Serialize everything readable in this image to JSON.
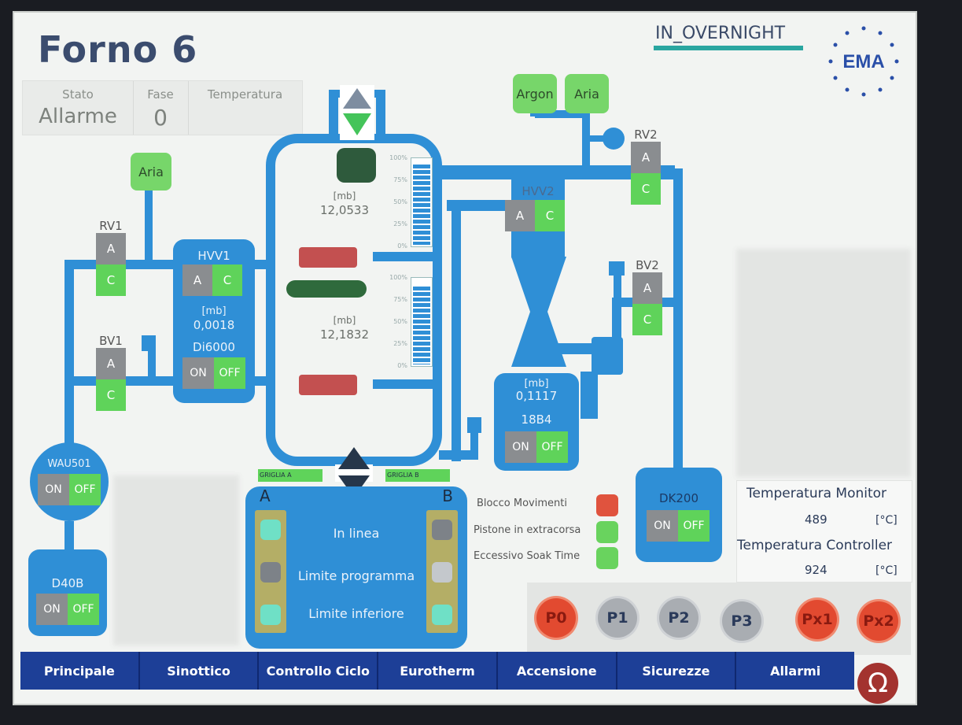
{
  "title": "Forno 6",
  "mode": "IN_OVERNIGHT",
  "logo_text": "EMA",
  "status": {
    "stato_label": "Stato",
    "stato_value": "Allarme",
    "fase_label": "Fase",
    "fase_value": "0",
    "temperatura_label": "Temperatura"
  },
  "gases": {
    "aria_left": "Aria",
    "argon": "Argon",
    "aria_right": "Aria"
  },
  "valves": {
    "rv1": {
      "label": "RV1",
      "a": "A",
      "c": "C"
    },
    "bv1": {
      "label": "BV1",
      "a": "A",
      "c": "C"
    },
    "hvv1": {
      "label": "HVV1",
      "a": "A",
      "c": "C"
    },
    "hvv2": {
      "label": "HVV2",
      "a": "A",
      "c": "C"
    },
    "rv2": {
      "label": "RV2",
      "a": "A",
      "c": "C"
    },
    "bv2": {
      "label": "BV2",
      "a": "A",
      "c": "C"
    }
  },
  "pumps": {
    "di6000": {
      "label": "Di6000",
      "pressure_unit": "[mb]",
      "pressure": "0,0018",
      "on": "ON",
      "off": "OFF"
    },
    "b4_18": {
      "label": "18B4",
      "pressure_unit": "[mb]",
      "pressure": "0,1117",
      "on": "ON",
      "off": "OFF"
    },
    "dk200": {
      "label": "DK200",
      "on": "ON",
      "off": "OFF"
    },
    "wau501": {
      "label": "WAU501",
      "on": "ON",
      "off": "OFF"
    },
    "d40b": {
      "label": "D40B",
      "on": "ON",
      "off": "OFF"
    }
  },
  "chamber": {
    "upper_unit": "[mb]",
    "upper_pressure": "12,0533",
    "lower_unit": "[mb]",
    "lower_pressure": "12,1832",
    "upper_fill": 0.95,
    "lower_fill": 0.92,
    "scale": [
      "100%",
      "75%",
      "50%",
      "25%",
      "0%"
    ]
  },
  "griglie": {
    "a_label": "GRIGLIA A",
    "b_label": "GRIGLIA B",
    "side_a": "A",
    "side_b": "B"
  },
  "limits": [
    "In linea",
    "Limite programma",
    "Limite inferiore"
  ],
  "alarms": [
    {
      "label": "Blocco Movimenti",
      "color": "#e0533e"
    },
    {
      "label": "Pistone in extracorsa",
      "color": "#69d35e"
    },
    {
      "label": "Eccessivo Soak Time",
      "color": "#69d35e"
    }
  ],
  "temperatures": {
    "monitor_label": "Temperatura Monitor",
    "monitor_value": "489",
    "monitor_unit": "[°C]",
    "controller_label": "Temperatura Controller",
    "controller_value": "924",
    "controller_unit": "[°C]"
  },
  "programs": [
    {
      "label": "P0",
      "color": "#e24a30"
    },
    {
      "label": "P1",
      "color": "#a9adb2"
    },
    {
      "label": "P2",
      "color": "#a9adb2"
    },
    {
      "label": "P3",
      "color": "#a9adb2"
    },
    {
      "label": "Px1",
      "color": "#e24a30"
    },
    {
      "label": "Px2",
      "color": "#e24a30"
    }
  ],
  "nav": [
    "Principale",
    "Sinottico",
    "Controllo Ciclo",
    "Eurotherm",
    "Accensione",
    "Sicurezze",
    "Allarmi"
  ],
  "colors": {
    "pipe": "#2f8fd6",
    "on_green": "#5fd35a",
    "off_grey": "#8a8d90",
    "nav": "#1d3f97"
  }
}
